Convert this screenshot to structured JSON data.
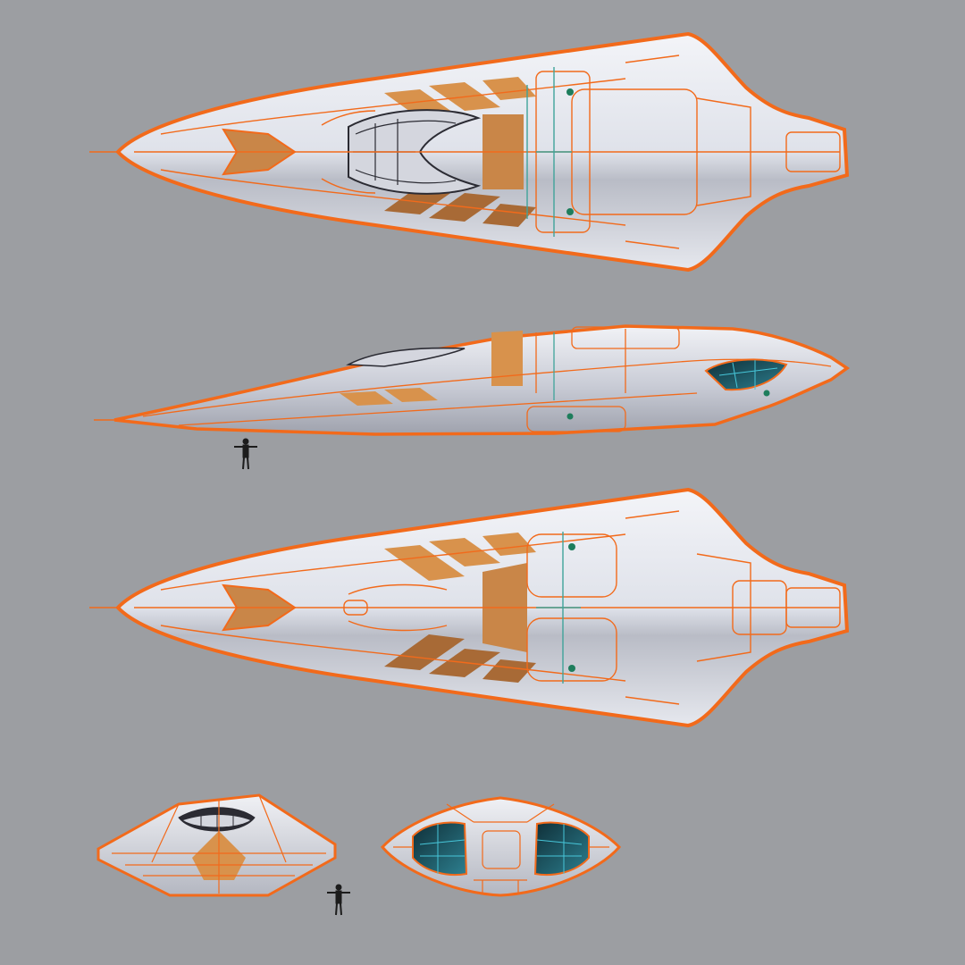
{
  "colors": {
    "background": "#9c9ea2",
    "wire": "#f26a1b",
    "wire_light": "#f7a066",
    "hull_light": "#eef0f6",
    "hull_mid": "#c9ccd6",
    "hull_dark": "#8f929c",
    "stripe": "#d8924c",
    "stripe_dark": "#a86a36",
    "teal": "#3fa39a",
    "glass": "#1f5c6a",
    "glass_line": "#47c6d9",
    "canopy": "#2b2b33",
    "figure": "#1c1c1c"
  },
  "views": [
    {
      "id": "top-view",
      "kind": "plan"
    },
    {
      "id": "side-view",
      "kind": "profile"
    },
    {
      "id": "bottom-view",
      "kind": "plan"
    },
    {
      "id": "front-view",
      "kind": "front"
    },
    {
      "id": "rear-view",
      "kind": "rear"
    }
  ],
  "scale_figures": [
    {
      "id": "scale-figure-side"
    },
    {
      "id": "scale-figure-front"
    }
  ]
}
